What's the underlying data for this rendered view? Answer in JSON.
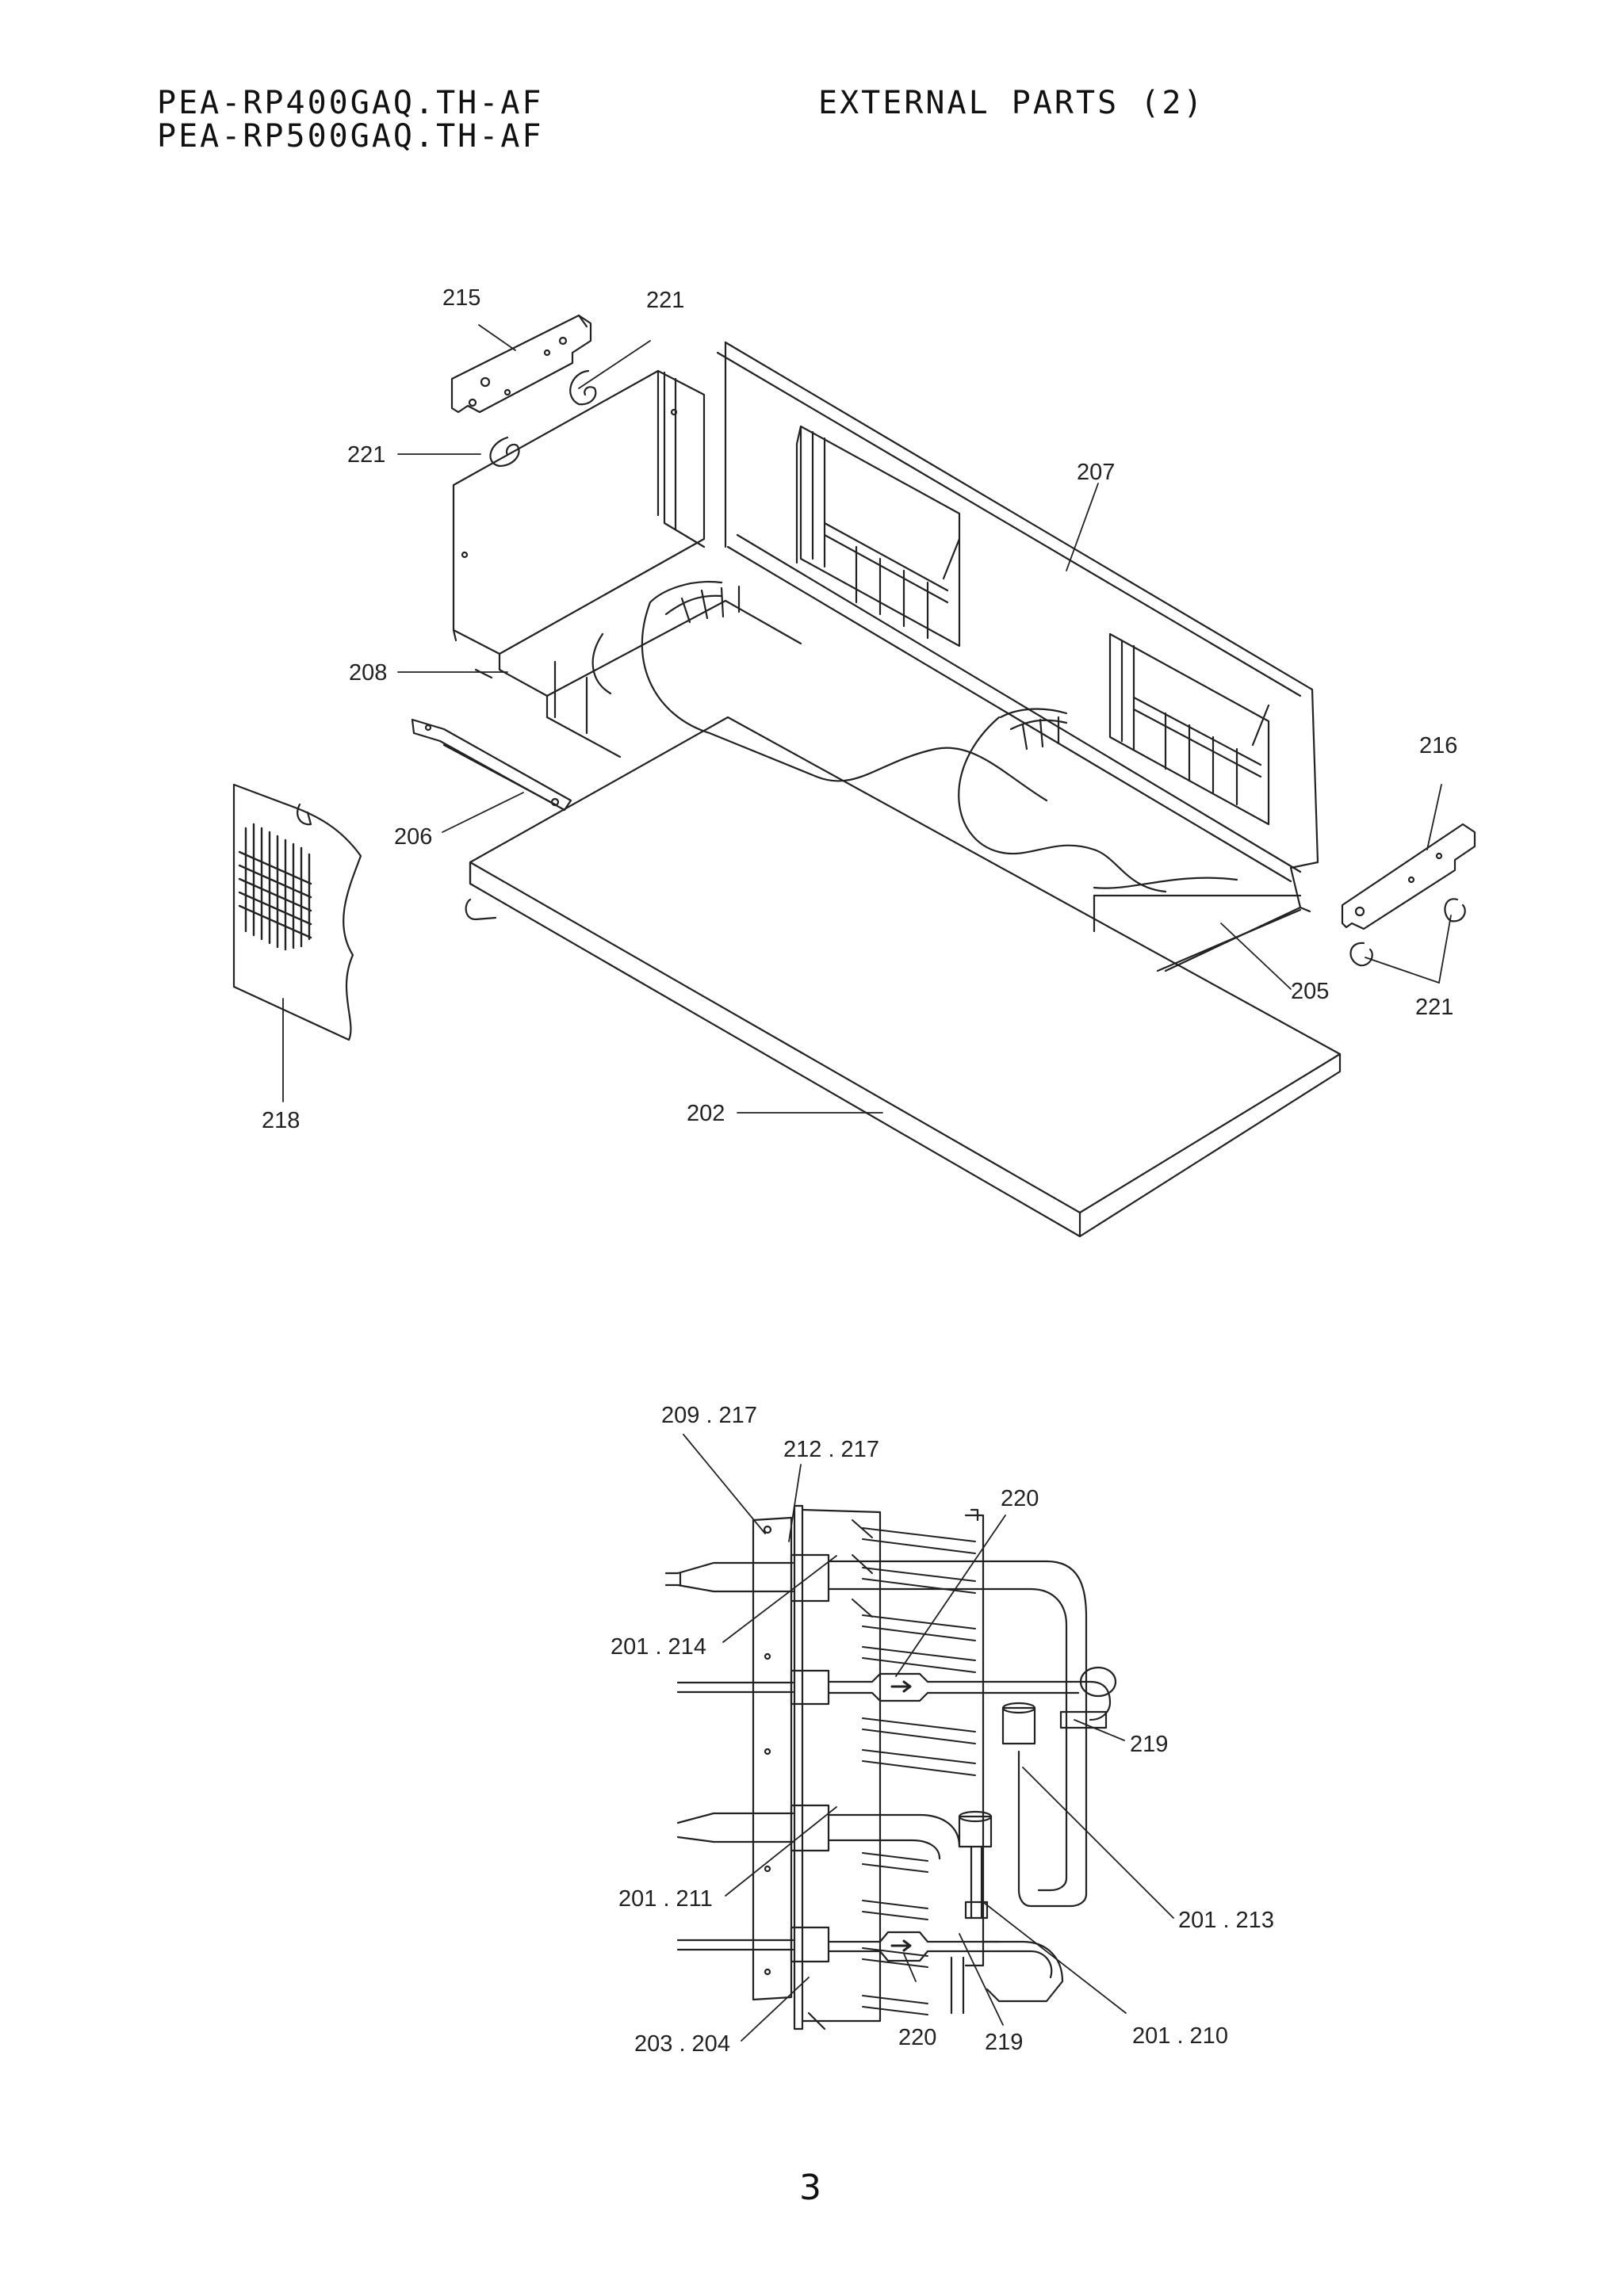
{
  "header": {
    "models": [
      "PEA-RP400GAQ.TH-AF",
      "PEA-RP500GAQ.TH-AF"
    ],
    "section_title": "EXTERNAL PARTS (2)"
  },
  "page_number": "3",
  "diagram_top": {
    "callouts": [
      "215",
      "221",
      "221",
      "207",
      "208",
      "206",
      "216",
      "205",
      "221",
      "218",
      "202"
    ]
  },
  "diagram_bottom": {
    "callouts": [
      "209 . 217",
      "212 . 217",
      "220",
      "201 . 214",
      "219",
      "201 . 211",
      "201 . 213",
      "201 . 210",
      "203 . 204",
      "220",
      "219"
    ]
  }
}
